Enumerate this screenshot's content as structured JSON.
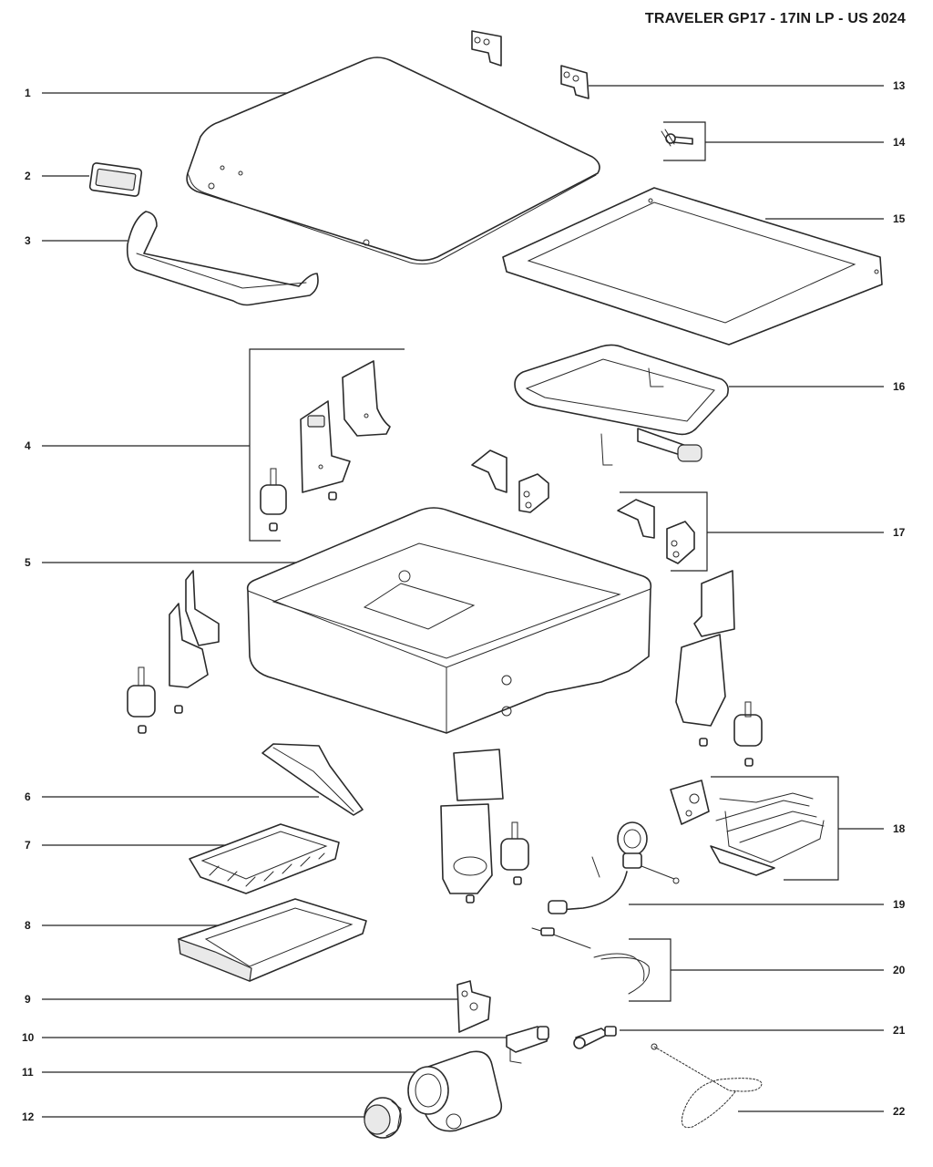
{
  "title": "TRAVELER GP17 - 17IN LP - US 2024",
  "callouts": {
    "c1": "1",
    "c2": "2",
    "c3": "3",
    "c4": "4",
    "c5": "5",
    "c6": "6",
    "c7": "7",
    "c8": "8",
    "c9": "9",
    "c10": "10",
    "c11": "11",
    "c12": "12",
    "c13": "13",
    "c14": "14",
    "c15": "15",
    "c16": "16",
    "c17": "17",
    "c18": "18",
    "c19": "19",
    "c20": "20",
    "c21": "21",
    "c22": "22"
  }
}
